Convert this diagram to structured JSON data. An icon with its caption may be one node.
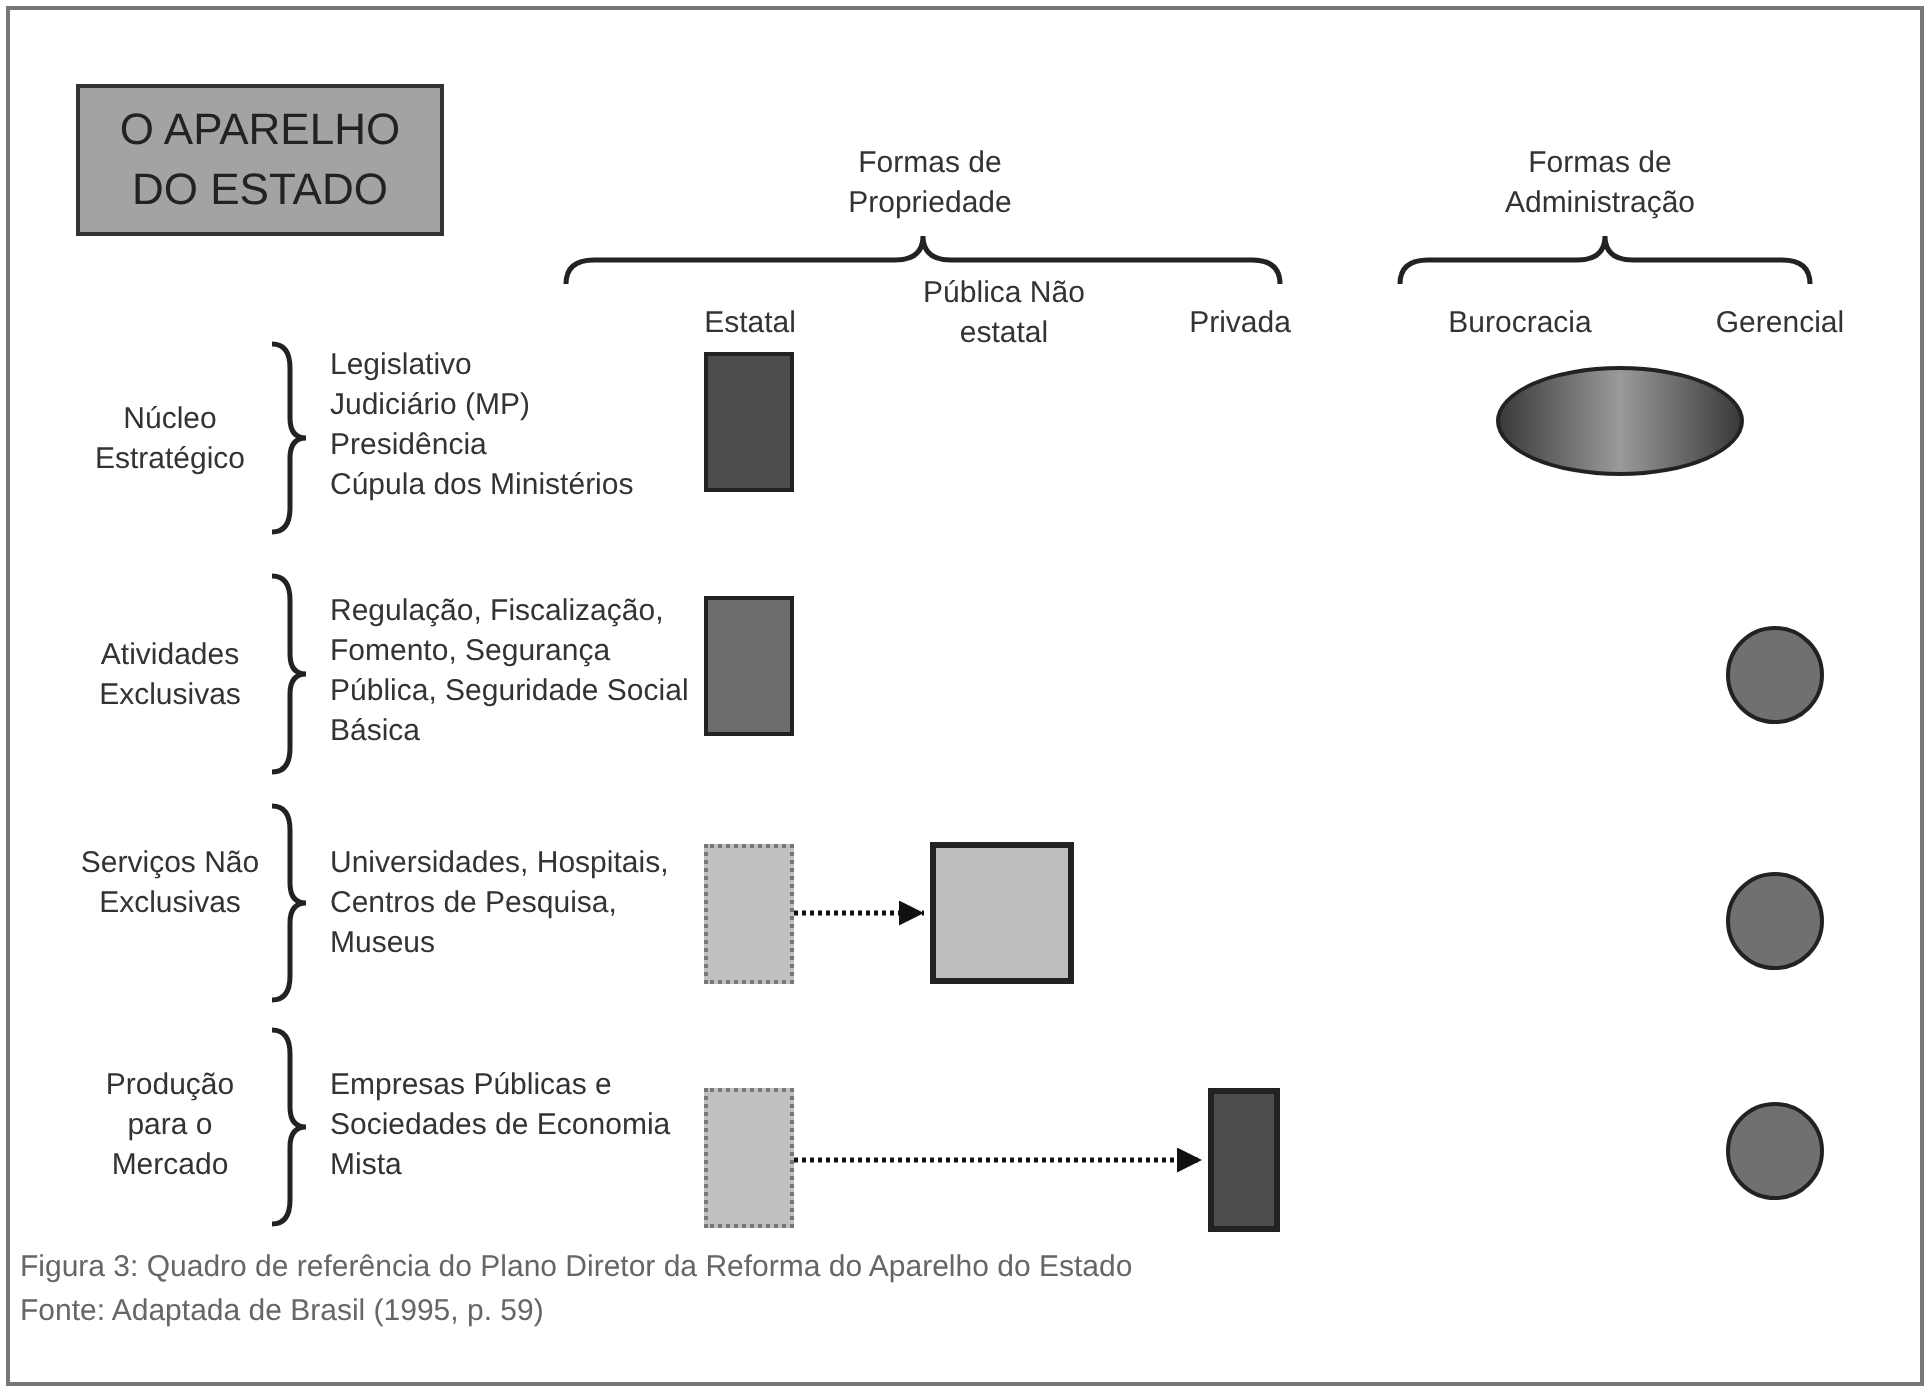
{
  "diagram": {
    "caption": "Figura 3: Quadro de referência do Plano Diretor da Reforma do Aparelho do Estado",
    "nodes": [
      {
        "text": [
          "O APARELHO DO ESTADO"
        ]
      },
      {
        "text": [],
        "shape": "box"
      },
      {
        "text": [],
        "shape": "ellipse"
      },
      {
        "text": [],
        "shape": "box"
      },
      {
        "text": [],
        "shape": "circle"
      },
      {
        "text": [],
        "shape": "box"
      },
      {
        "text": [],
        "shape": "box"
      },
      {
        "text": [],
        "shape": "circle"
      },
      {
        "text": [],
        "shape": "box"
      },
      {
        "text": [],
        "shape": "box"
      },
      {
        "text": [],
        "shape": "circle"
      }
    ],
    "edges": [
      {
        "from": 5,
        "to": 6,
        "arrow": "to",
        "style": "dashed"
      },
      {
        "from": 8,
        "to": 9,
        "arrow": "to",
        "style": "dashed"
      }
    ],
    "labels": [
      "Formas de Propriedade",
      "Formas de Administração",
      "Estatal",
      "Pública Não estatal",
      "Privada",
      "Burocracia",
      "Gerencial",
      "Núcleo Estratégico",
      "Legislativo",
      "Judiciário (MP)",
      "Presidência",
      "Cúpula dos Ministérios",
      "Atividades Exclusivas",
      "Regulação, Fiscalização, Fomento, Segurança Pública, Seguridade Social Básica",
      "Serviços Não Exclusivas",
      "Universidades, Hospitais, Centros de Pesquisa, Museus",
      "Produção para o Mercado",
      "Empresas Públicas e Sociedades de Economia Mista",
      "Fonte: Adaptada de Brasil (1995, p. 59)"
    ]
  }
}
